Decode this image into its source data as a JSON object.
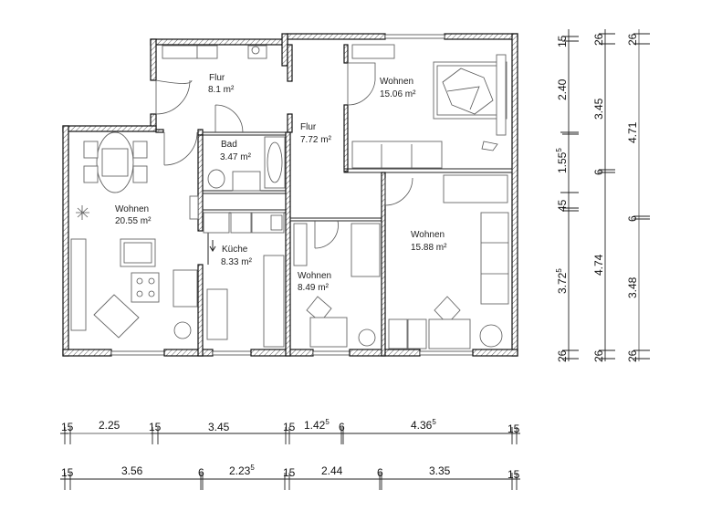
{
  "plan": {
    "rooms": [
      {
        "id": "flur-top",
        "name": "Flur",
        "area": "8.1 m²"
      },
      {
        "id": "flur-mid",
        "name": "Flur",
        "area": "7.72 m²"
      },
      {
        "id": "wohnen-ne",
        "name": "Wohnen",
        "area": "15.06 m²"
      },
      {
        "id": "bad",
        "name": "Bad",
        "area": "3.47 m²"
      },
      {
        "id": "wohnen-w",
        "name": "Wohnen",
        "area": "20.55 m²"
      },
      {
        "id": "kueche",
        "name": "Küche",
        "area": "8.33 m²"
      },
      {
        "id": "wohnen-s",
        "name": "Wohnen",
        "area": "8.49 m²"
      },
      {
        "id": "wohnen-se",
        "name": "Wohnen",
        "area": "15.88 m²"
      }
    ],
    "dimensions": {
      "bottom_row1": [
        {
          "v": "15"
        },
        {
          "v": "2.25"
        },
        {
          "v": "15"
        },
        {
          "v": "3.45"
        },
        {
          "v": "15"
        },
        {
          "v": "1.42",
          "sup": "5"
        },
        {
          "v": "6"
        },
        {
          "v": "4.36",
          "sup": "5"
        },
        {
          "v": "15"
        }
      ],
      "bottom_row2": [
        {
          "v": "15"
        },
        {
          "v": "3.56"
        },
        {
          "v": "6"
        },
        {
          "v": "2.23",
          "sup": "5"
        },
        {
          "v": "15"
        },
        {
          "v": "2.44"
        },
        {
          "v": "6"
        },
        {
          "v": "3.35"
        },
        {
          "v": "15"
        }
      ],
      "right_col1": [
        {
          "v": "15"
        },
        {
          "v": "2.40"
        },
        {
          "v": "1.55",
          "sup": "5"
        },
        {
          "v": "45"
        },
        {
          "v": "3.72",
          "sup": "5"
        },
        {
          "v": "26"
        }
      ],
      "right_col2": [
        {
          "v": "26"
        },
        {
          "v": "3.45"
        },
        {
          "v": "6"
        },
        {
          "v": "4.74"
        },
        {
          "v": "26"
        }
      ],
      "right_col3": [
        {
          "v": "26"
        },
        {
          "v": "4.71"
        },
        {
          "v": "6"
        },
        {
          "v": "3.48"
        },
        {
          "v": "26"
        }
      ]
    }
  }
}
